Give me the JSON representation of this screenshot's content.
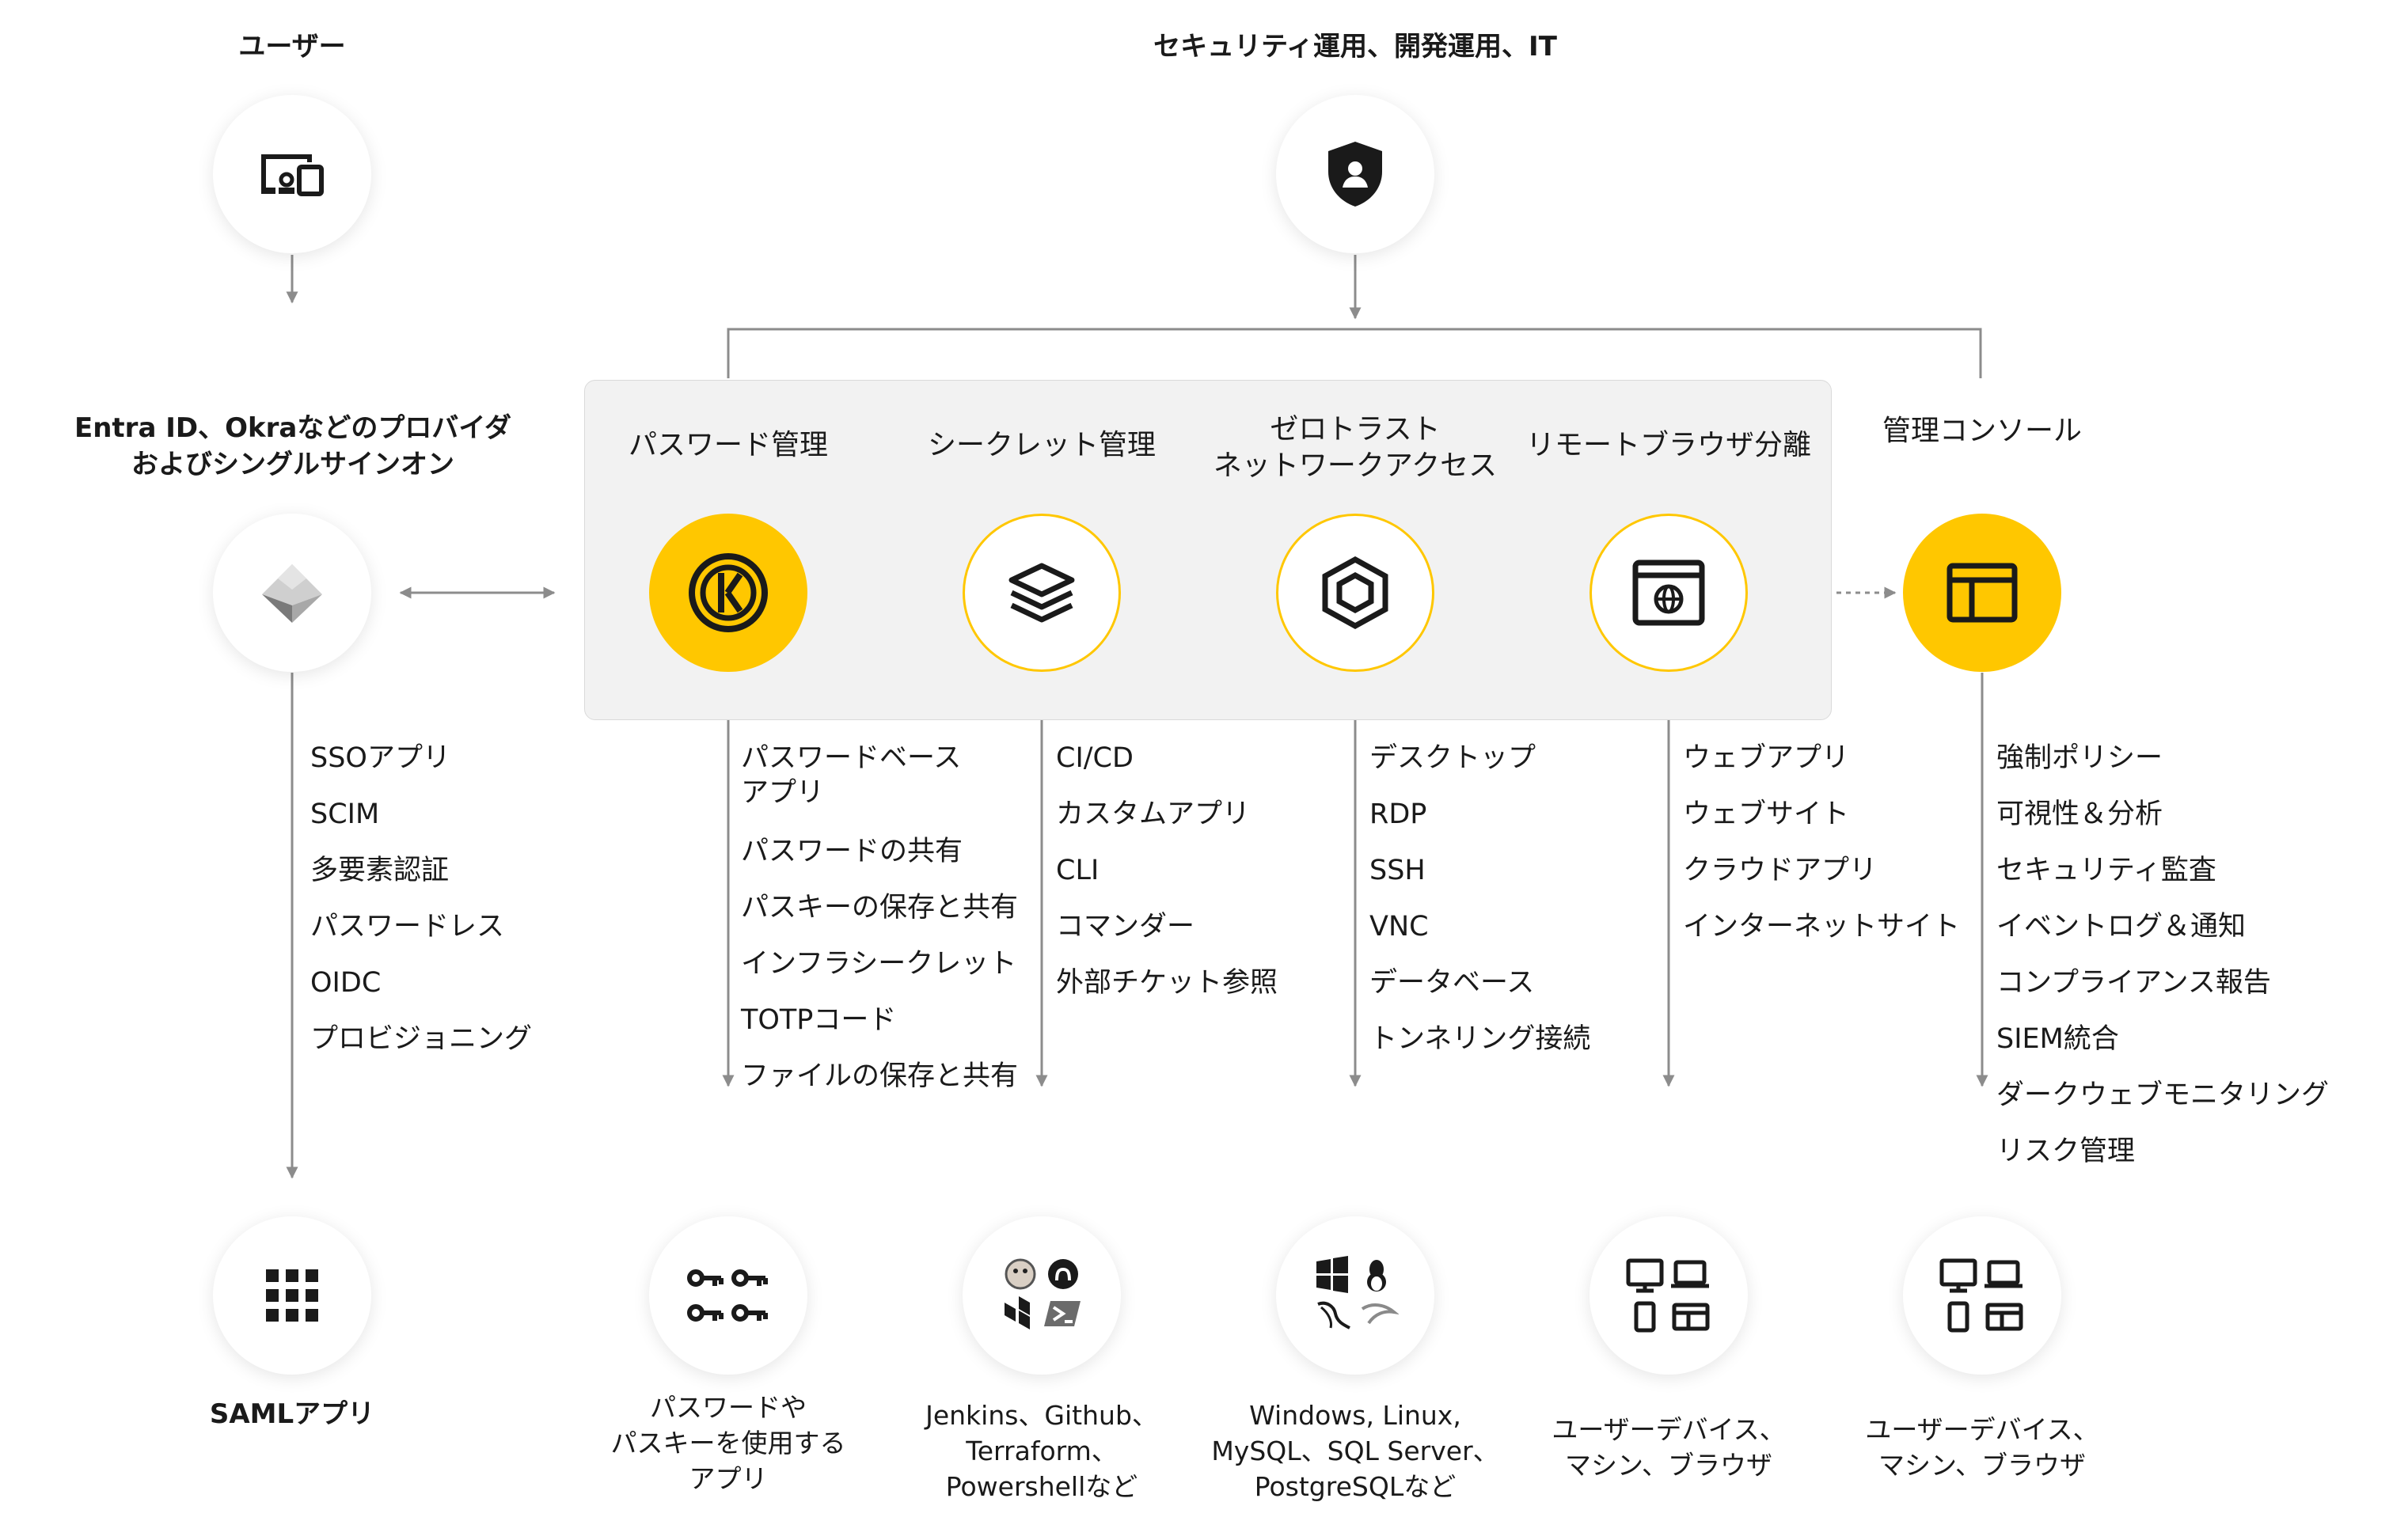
{
  "headers": {
    "users": "ユーザー",
    "secops": "セキュリティ運用、開発運用、IT",
    "idp": "Entra ID、Okraなどのプロバイダ\nおよびシングルサインオン",
    "password_mgmt": "パスワード管理",
    "secrets_mgmt": "シークレット管理",
    "zero_trust": "ゼロトラスト\nネットワークアクセス",
    "rbi": "リモートブラウザ分離",
    "admin_console": "管理コンソール"
  },
  "lists": {
    "idp": [
      "SSOアプリ",
      "SCIM",
      "多要素認証",
      "パスワードレス",
      "OIDC",
      "プロビジョニング"
    ],
    "password": [
      "パスワードベース\nアプリ",
      "パスワードの共有",
      "パスキーの保存と共有",
      "インフラシークレット",
      "TOTPコード",
      "ファイルの保存と共有"
    ],
    "secrets": [
      "CI/CD",
      "カスタムアプリ",
      "CLI",
      "コマンダー",
      "外部チケット参照"
    ],
    "zero_trust": [
      "デスクトップ",
      "RDP",
      "SSH",
      "VNC",
      "データベース",
      "トンネリング接続"
    ],
    "rbi": [
      "ウェブアプリ",
      "ウェブサイト",
      "クラウドアプリ",
      "インターネットサイト"
    ],
    "admin": [
      "強制ポリシー",
      "可視性＆分析",
      "セキュリティ監査",
      "イベントログ＆通知",
      "コンプライアンス報告",
      "SIEM統合",
      "ダークウェブモニタリング",
      "リスク管理"
    ]
  },
  "captions": {
    "saml": "SAMLアプリ",
    "password": "パスワードや\nパスキーを使用する\nアプリ",
    "secrets": "Jenkins、Github、\nTerraform、\nPowershellなど",
    "zero_trust": "Windows, Linux,\nMySQL、SQL Server、\nPostgreSQLなど",
    "rbi": "ユーザーデバイス、\nマシン、ブラウザ",
    "admin": "ユーザーデバイス、\nマシン、ブラウザ"
  },
  "colors": {
    "accent": "#ffc700",
    "line": "#8c8c8c",
    "panel": "#f2f2f2",
    "icon": "#1a1a1a"
  },
  "icons": {
    "users": "devices-icon",
    "secops": "shield-user-icon",
    "idp": "identity-provider-icon",
    "password": "keeper-logo-icon",
    "secrets": "stacked-layers-icon",
    "zero_trust": "hexagon-connection-icon",
    "rbi": "browser-globe-icon",
    "admin": "console-layout-icon",
    "saml": "app-grid-icon",
    "keys": "keys-icon",
    "secrets_tools": "tool-logos-icon",
    "os": "os-logos-icon",
    "devices": "user-devices-icon"
  }
}
